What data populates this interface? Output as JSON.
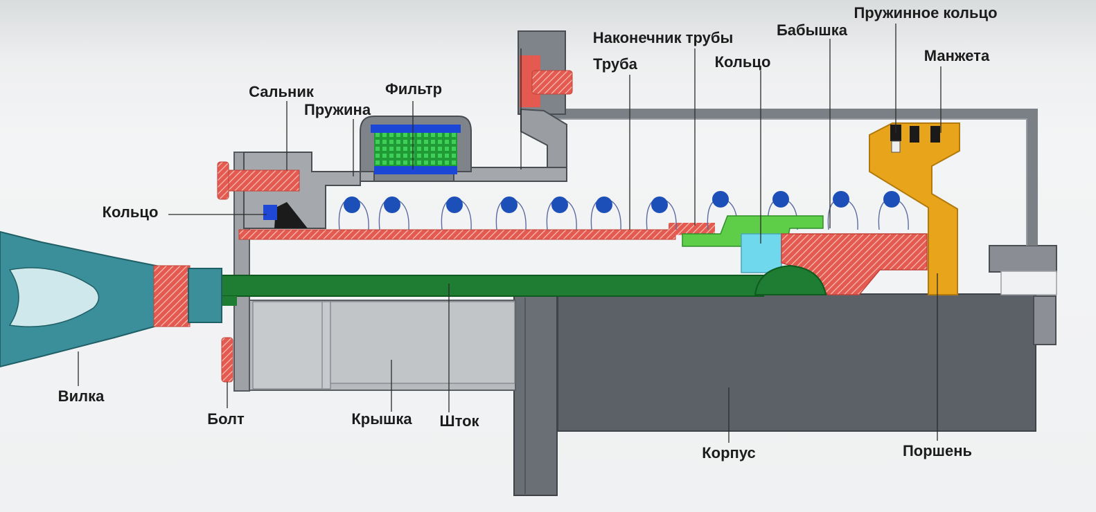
{
  "colors": {
    "body": "#5a5f66",
    "cover": "#b9bcbf",
    "rod": "#1e7d32",
    "fork": "#2e8d96",
    "threaded": "#e0574d",
    "piston": "#e6a21a",
    "filter_green": "#2dbd4a",
    "filter_blue": "#1a45d8",
    "spring": "#1d4fb8",
    "light_green": "#5ed049",
    "cyan": "#64d6ea",
    "pipe": "#797e85"
  },
  "labels": {
    "spring_ring": "Пружинное кольцо",
    "tube_tip": "Наконечник трубы",
    "boss": "Бабышка",
    "tube": "Труба",
    "ring_right": "Кольцо",
    "cuff": "Манжета",
    "gland": "Сальник",
    "filter": "Фильтр",
    "spring": "Пружина",
    "ring_left": "Кольцо",
    "fork": "Вилка",
    "bolt": "Болт",
    "cover": "Крышка",
    "rod": "Шток",
    "body": "Корпус",
    "piston": "Поршень"
  }
}
